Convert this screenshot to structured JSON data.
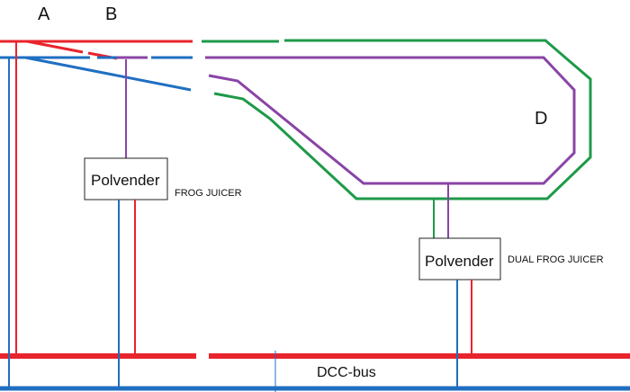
{
  "labels": {
    "A": "A",
    "B": "B",
    "D": "D"
  },
  "devices": {
    "left": {
      "name": "Polvender",
      "caption": "FROG JUICER"
    },
    "right": {
      "name": "Polvender",
      "caption": "DUAL FROG JUICER"
    }
  },
  "bus": {
    "label": "DCC-bus"
  },
  "colors": {
    "red": "#e8242c",
    "blue": "#1f6fc1",
    "green": "#1e9a48",
    "purple": "#8a44a6"
  }
}
